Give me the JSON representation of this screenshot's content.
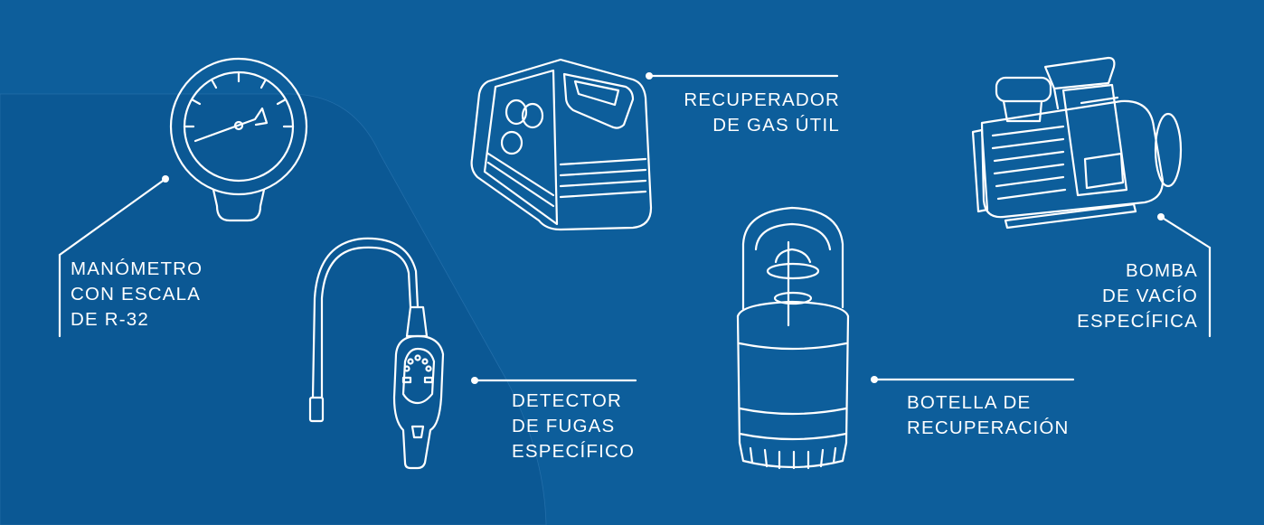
{
  "colors": {
    "background": "#0d5e9b",
    "panel": "#0b5894",
    "line": "#ffffff"
  },
  "items": {
    "manometro": {
      "icon": "pressure-gauge-icon",
      "lines": [
        "MANÓMETRO",
        "CON ESCALA",
        "DE R-32"
      ]
    },
    "detector": {
      "icon": "leak-detector-icon",
      "lines": [
        "DETECTOR",
        "DE FUGAS",
        "ESPECÍFICO"
      ]
    },
    "recuperador": {
      "icon": "gas-recovery-unit-icon",
      "lines": [
        "RECUPERADOR",
        "DE GAS ÚTIL"
      ]
    },
    "botella": {
      "icon": "recovery-cylinder-icon",
      "lines": [
        "BOTELLA DE",
        "RECUPERACIÓN"
      ]
    },
    "bomba": {
      "icon": "vacuum-pump-icon",
      "lines": [
        "BOMBA",
        "DE VACÍO",
        "ESPECÍFICA"
      ]
    }
  }
}
